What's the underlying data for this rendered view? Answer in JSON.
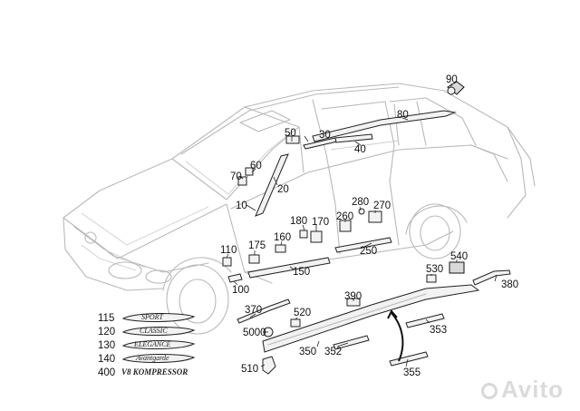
{
  "parts": {
    "p90": "90",
    "p80": "80",
    "p50": "50",
    "p30": "30",
    "p40": "40",
    "p60": "60",
    "p70": "70",
    "p20": "20",
    "p10": "10",
    "p180": "180",
    "p170": "170",
    "p280": "280",
    "p270": "270",
    "p260": "260",
    "p110": "110",
    "p175": "175",
    "p160": "160",
    "p250": "250",
    "p150": "150",
    "p100": "100",
    "p530": "530",
    "p540": "540",
    "p380": "380",
    "p370": "370",
    "p390": "390",
    "p520": "520",
    "p5000": "5000",
    "p350": "350",
    "p352": "352",
    "p353": "353",
    "p355": "355",
    "p510": "510"
  },
  "badges": [
    {
      "num": "115",
      "text": "SPORT"
    },
    {
      "num": "120",
      "text": "CLASSIC"
    },
    {
      "num": "130",
      "text": "ELEGANCE"
    },
    {
      "num": "140",
      "text": "Avantgarde"
    },
    {
      "num": "400",
      "text": "V8 KOMPRESSOR"
    }
  ],
  "watermark": "Avito"
}
